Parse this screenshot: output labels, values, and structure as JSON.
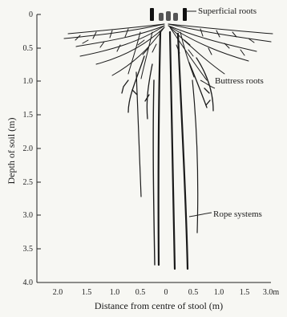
{
  "diagram": {
    "y_axis": {
      "title": "Depth of soil (m)",
      "ticks": [
        "0",
        "0.5",
        "1.0",
        "1.5",
        "2.0",
        "2.5",
        "3.0",
        "3.5",
        "4.0"
      ]
    },
    "x_axis": {
      "title": "Distance from centre of stool (m)",
      "ticks": [
        "2.0",
        "1.5",
        "1.0",
        "0.5",
        "0",
        "0.5",
        "1.0",
        "1.5",
        "3.0m"
      ]
    },
    "annotations": {
      "superficial": "Superficial roots",
      "buttress": "Buttress roots",
      "rope": "Rope systems"
    }
  }
}
